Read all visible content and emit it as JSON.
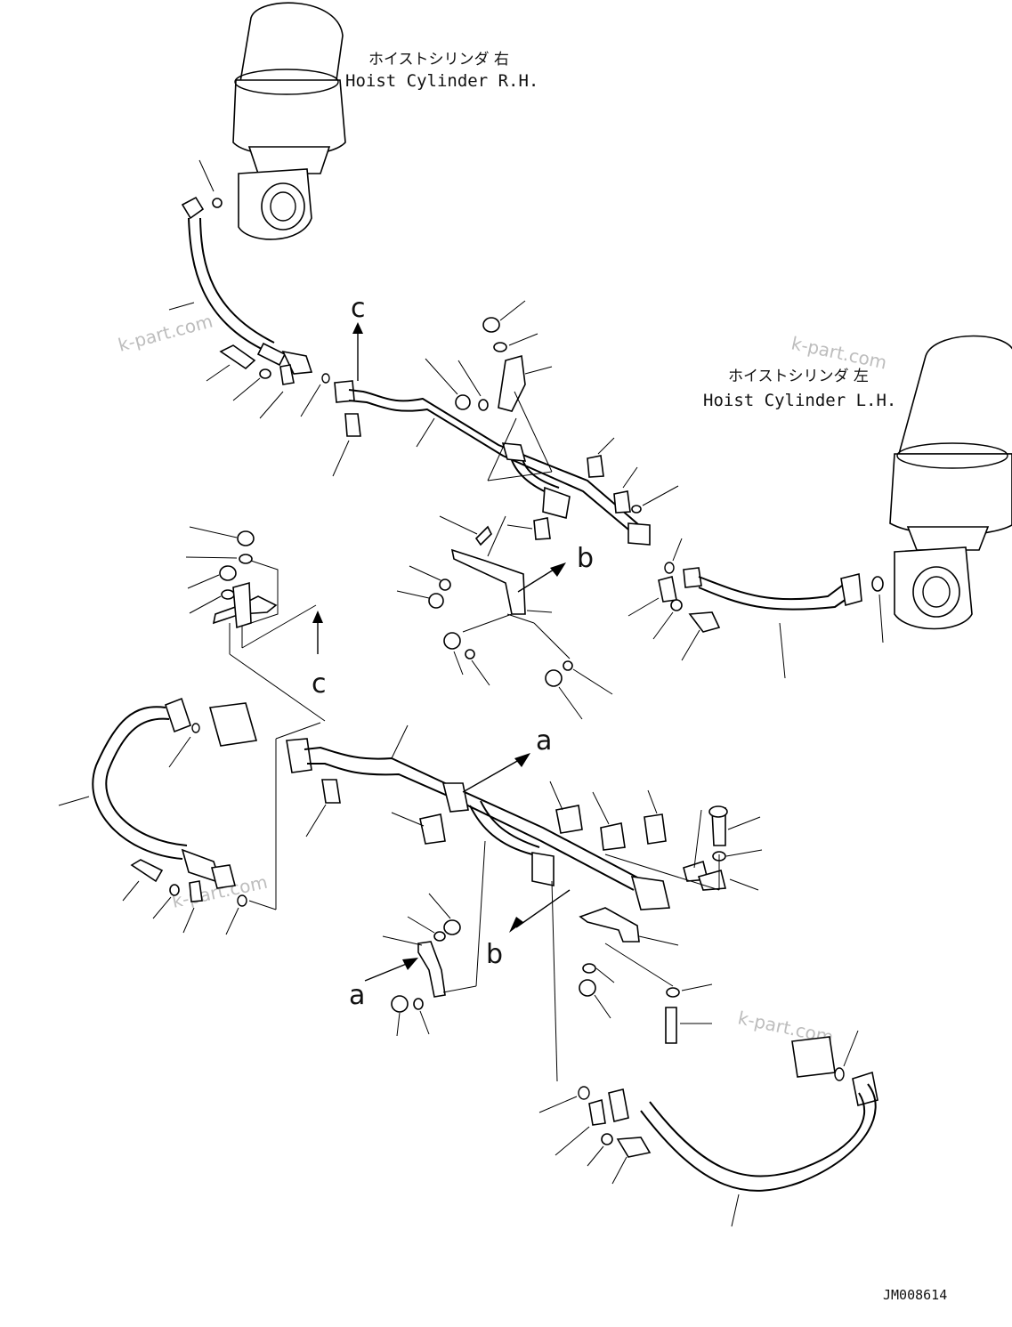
{
  "labels": {
    "rh_jp": "ホイストシリンダ 右",
    "rh_en": "Hoist Cylinder R.H.",
    "lh_jp": "ホイストシリンダ 左",
    "lh_en": "Hoist Cylinder L.H.",
    "callout_a": "a",
    "callout_b": "b",
    "callout_c": "c",
    "drawing_id": "JM008614"
  },
  "watermarks": [
    "k-part.com",
    "k-part.com",
    "k-part.com",
    "k-part.com"
  ]
}
